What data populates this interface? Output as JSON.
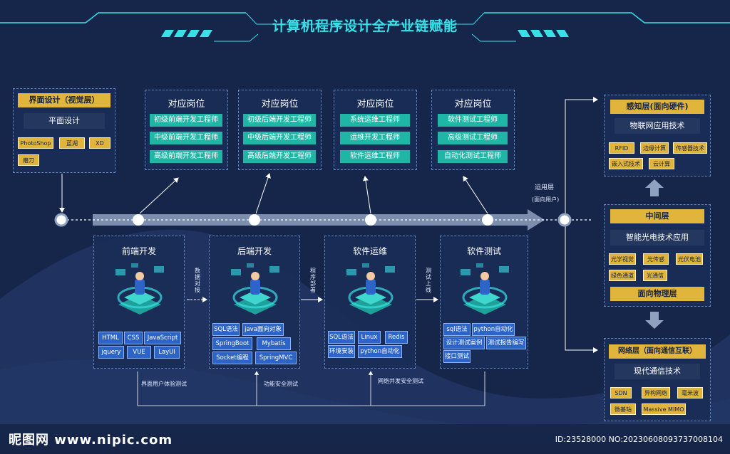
{
  "title": "计算机程序设计全产业链赋能",
  "ui_box": {
    "header": "界面设计（视觉层）",
    "subheader": "平面设计",
    "tools": [
      "PhotoShop",
      "蓝湖",
      "XD",
      "磨刀"
    ]
  },
  "posts": [
    {
      "title": "对应岗位",
      "roles": [
        "初级前端开发工程师",
        "中级前端开发工程师",
        "高级前端开发工程师"
      ]
    },
    {
      "title": "对应岗位",
      "roles": [
        "初级后端开发工程师",
        "中级后端开发工程师",
        "高级后端开发工程师"
      ]
    },
    {
      "title": "对应岗位",
      "roles": [
        "系统运维工程师",
        "运维开发工程师",
        "软件运维工程师"
      ]
    },
    {
      "title": "对应岗位",
      "roles": [
        "软件测试工程师",
        "高级测试工程师",
        "自动化测试工程师"
      ]
    }
  ],
  "stages": [
    {
      "title": "前端开发",
      "techs": [
        "HTML",
        "CSS",
        "JavaScript",
        "jquery",
        "VUE",
        "LayUI"
      ]
    },
    {
      "title": "后端开发",
      "techs": [
        "SQL语法",
        "java面向对象",
        "SpringBoot",
        "Mybatis",
        "Socket编程",
        "SpringMVC"
      ]
    },
    {
      "title": "软件运维",
      "techs": [
        "SQL语法",
        "Linux",
        "Redis",
        "环境安装",
        "python自动化"
      ]
    },
    {
      "title": "软件测试",
      "techs": [
        "sql语法",
        "python自动化",
        "设计测试案例",
        "测试报告编写",
        "接口测试"
      ]
    }
  ],
  "connectors": [
    "数据对接",
    "程序部署",
    "测试上线"
  ],
  "application_layer": {
    "line1": "运用层",
    "line2": "(面向用户)"
  },
  "bottom_tests": [
    "界面用户体验测试",
    "功能安全测试",
    "网络并发安全测试"
  ],
  "perception": {
    "header": "感知层(面向硬件)",
    "subheader": "物联网应用技术",
    "tags": [
      "RFID",
      "边缘计算",
      "传感器技术",
      "嵌入式技术",
      "云计算"
    ]
  },
  "middle": {
    "header": "中间层",
    "subheader": "智能光电技术应用",
    "tags": [
      "光学视觉",
      "光传感",
      "光伏电池",
      "绿色通道",
      "光通信"
    ],
    "footer": "面向物理层"
  },
  "network": {
    "header": "网络层（面向通信互联）",
    "subheader": "现代通信技术",
    "tags": [
      "SDN",
      "异构网络",
      "毫米波",
      "微基站",
      "Massive MIMO"
    ]
  },
  "watermark": {
    "logo": "昵图网 www.nipic.com",
    "id": "ID:23528000 NO:20230608093737008104"
  },
  "colors": {
    "background": "#16254a",
    "accent": "#38e0e8",
    "gold": "#e1b53c",
    "teal": "#1fb6a6",
    "blue": "#2c64c8"
  }
}
